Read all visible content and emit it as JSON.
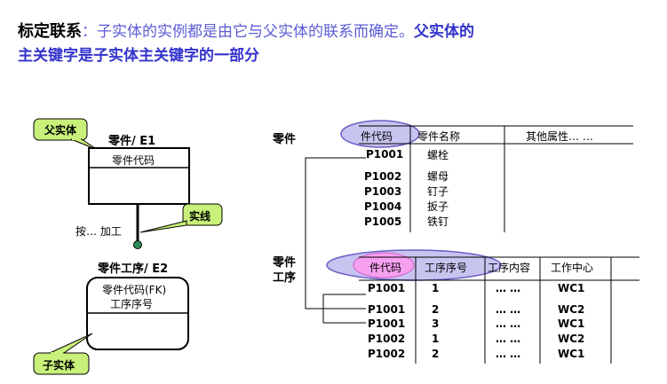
{
  "heading": {
    "bold_title": "标定联系",
    "colon": "：",
    "description": "子实体的实例都是由它与父实体的联系而确定。",
    "blue_line1": "父实体的",
    "blue_line2": "主关键字是子实体主关键字的一部分"
  },
  "diagram": {
    "parent_callout": "父实体",
    "entity1_title": "零件/ E1",
    "entity1_key": "零件代码",
    "solid_line_callout": "实线",
    "relationship_label": "按… 加工",
    "entity2_title": "零件工序/ E2",
    "entity2_key_line1": "零件代码(FK)",
    "entity2_key_line2": "工序序号",
    "child_callout": "子实体"
  },
  "parts_table": {
    "label": "零件",
    "headers": [
      "件代码",
      "零件名称",
      "其他属性… …"
    ],
    "rows": [
      [
        "P1001",
        "螺栓"
      ],
      [
        "P1002",
        "螺母"
      ],
      [
        "P1003",
        "钉子"
      ],
      [
        "P1004",
        "扳子"
      ],
      [
        "P1005",
        "铁钉"
      ]
    ]
  },
  "process_table": {
    "label_line1": "零件",
    "label_line2": "工序",
    "headers": [
      "件代码",
      "工序序号",
      "工序内容",
      "工作中心"
    ],
    "rows": [
      [
        "P1001",
        "1",
        "… …",
        "WC1"
      ],
      [
        "P1001",
        "2",
        "… …",
        "WC2"
      ],
      [
        "P1001",
        "3",
        "… …",
        "WC1"
      ],
      [
        "P1002",
        "1",
        "… …",
        "WC2"
      ],
      [
        "P1002",
        "2",
        "… …",
        "WC1"
      ]
    ]
  },
  "colors": {
    "callout_fill": "#c8f07a",
    "ellipse_fill": "#c8c4f0",
    "ellipse_stroke": "#6b5fc8",
    "highlight_fill": "#f7a0f0",
    "connector_dot": "#2e8b57",
    "heading_blue": "#3333cc"
  }
}
